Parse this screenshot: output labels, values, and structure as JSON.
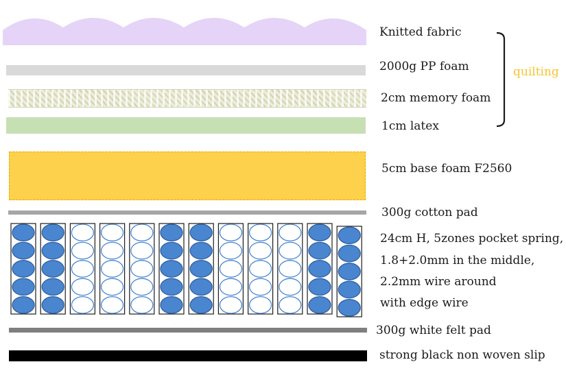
{
  "colors": {
    "fabric": "#e5d4f7",
    "pp_foam": "#d9d9d9",
    "latex": "#c6e0b4",
    "base_foam": "#fdd14b",
    "cotton_pad": "#a6a6a6",
    "spring_blue": "#4a86cf",
    "spring_white": "#ffffff",
    "felt_pad": "#7f7f7f",
    "slip": "#000000",
    "quilting_accent": "#f4c430"
  },
  "layers": {
    "fabric": "Knitted fabric",
    "pp_foam": "2000g PP foam",
    "memory_foam": "2cm memory foam",
    "latex": "1cm latex",
    "base_foam": "5cm base foam F2560",
    "cotton_pad": "300g cotton pad",
    "spring_line1": "24cm H, 5zones pocket spring,",
    "spring_line2": "1.8+2.0mm in the middle,",
    "spring_line3": "2.2mm wire around",
    "spring_line4": "with edge wire",
    "felt_pad": "300g white felt pad",
    "slip": "strong black non woven slip"
  },
  "quilting_label": "quilting",
  "springs": {
    "columns": [
      "blue",
      "blue",
      "white",
      "white",
      "white",
      "blue",
      "blue",
      "white",
      "white",
      "white",
      "blue",
      "blue"
    ],
    "coils_per_column": 5
  }
}
